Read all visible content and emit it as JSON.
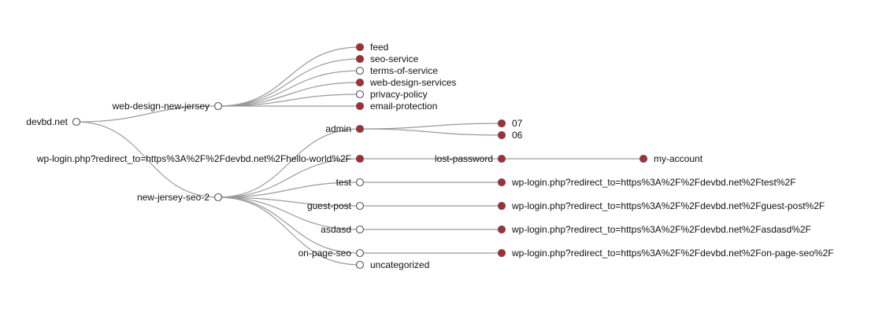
{
  "colors": {
    "collapsed_fill": "#b5272d",
    "expanded_fill": "#ffffff",
    "link": "#9a9a9a",
    "node_stroke": "#555555",
    "text": "#111111"
  },
  "tree": {
    "name": "devbd.net",
    "collapsed": false,
    "children": [
      {
        "name": "web-design-new-jersey",
        "collapsed": false,
        "children": [
          {
            "name": "feed",
            "collapsed": true
          },
          {
            "name": "seo-service",
            "collapsed": true
          },
          {
            "name": "terms-of-service",
            "collapsed": false
          },
          {
            "name": "web-design-services",
            "collapsed": true
          },
          {
            "name": "privacy-policy",
            "collapsed": false
          },
          {
            "name": "email-protection",
            "collapsed": true
          }
        ]
      },
      {
        "name": "new-jersey-seo-2",
        "collapsed": false,
        "children": [
          {
            "name": "admin",
            "collapsed": true,
            "children": [
              {
                "name": "07",
                "collapsed": true
              },
              {
                "name": "06",
                "collapsed": true
              }
            ]
          },
          {
            "name": "wp-login.php?redirect_to=https%3A%2F%2Fdevbd.net%2Fhello-world%2F",
            "collapsed": true,
            "children": [
              {
                "name": "lost-password",
                "collapsed": true,
                "children": [
                  {
                    "name": "my-account",
                    "collapsed": true
                  }
                ]
              }
            ]
          },
          {
            "name": "test",
            "collapsed": false,
            "children": [
              {
                "name": "wp-login.php?redirect_to=https%3A%2F%2Fdevbd.net%2Ftest%2F",
                "collapsed": true
              }
            ]
          },
          {
            "name": "guest-post",
            "collapsed": false,
            "children": [
              {
                "name": "wp-login.php?redirect_to=https%3A%2F%2Fdevbd.net%2Fguest-post%2F",
                "collapsed": true
              }
            ]
          },
          {
            "name": "asdasd",
            "collapsed": false,
            "children": [
              {
                "name": "wp-login.php?redirect_to=https%3A%2F%2Fdevbd.net%2Fasdasd%2F",
                "collapsed": true
              }
            ]
          },
          {
            "name": "on-page-seo",
            "collapsed": false,
            "children": [
              {
                "name": "wp-login.php?redirect_to=https%3A%2F%2Fdevbd.net%2Fon-page-seo%2F",
                "collapsed": true
              }
            ]
          },
          {
            "name": "uncategorized",
            "collapsed": false
          }
        ]
      }
    ]
  }
}
